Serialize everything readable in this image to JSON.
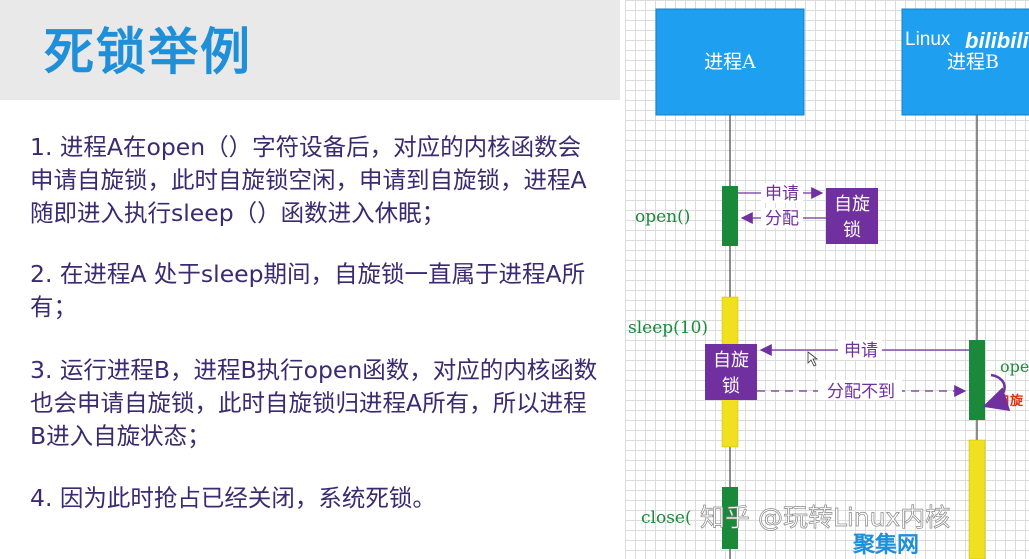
{
  "slide": {
    "title": "死锁举例",
    "paragraphs": [
      "1. 进程A在open（）字符设备后，对应的内核函数会申请自旋锁，此时自旋锁空闲，申请到自旋锁，进程A随即进入执行sleep（）函数进入休眠；",
      "2. 在进程A 处于sleep期间，自旋锁一直属于进程A所有；",
      "3. 运行进程B，进程B执行open函数，对应的内核函数也会申请自旋锁，此时自旋锁归进程A所有，所以进程B进入自旋状态；",
      "4. 因为此时抢占已经关闭，系统死锁。"
    ]
  },
  "diagram": {
    "process_a": "进程A",
    "process_b": "进程B",
    "open_a": "open()",
    "sleep": "sleep(10)",
    "close": "close(",
    "request_1": "申请",
    "allocate_1": "分配",
    "spinlock_1": [
      "自旋",
      "锁"
    ],
    "spinlock_2": [
      "自旋",
      "锁"
    ],
    "request_2": "申请",
    "allocate_fail": "分配不到",
    "open_b": "ope",
    "spin_b": "自旋"
  },
  "watermarks": {
    "top_right": "Linux",
    "bilibili": "bilibili",
    "zhihu": "知乎 @玩转Linux内核",
    "site": "聚集网"
  },
  "colors": {
    "title": "#1e8fd8",
    "text": "#3a2a70",
    "process_box": "#1e9ff0",
    "activation_green": "#1a8a3a",
    "activation_yellow": "#f0e020",
    "lock_purple": "#7030a0",
    "fail_red": "#e03010"
  }
}
